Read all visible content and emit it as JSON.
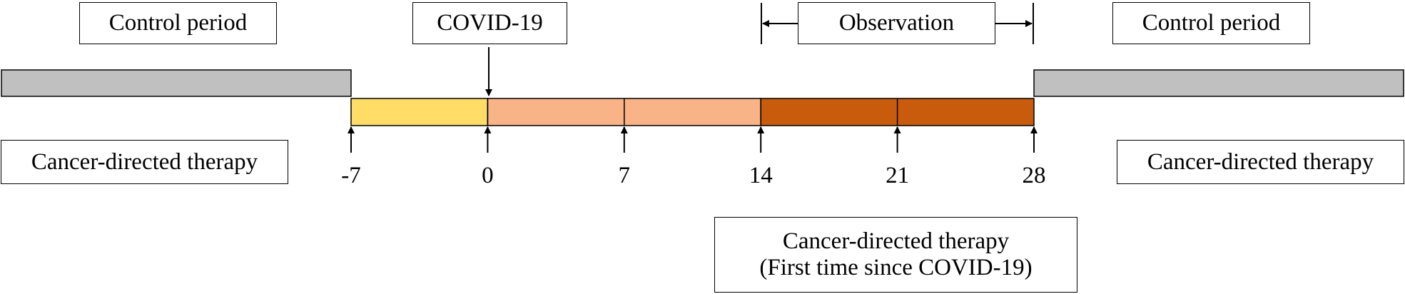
{
  "labels": {
    "control_period_left": "Control period",
    "covid": "COVID-19",
    "observation": "Observation",
    "control_period_right": "Control period",
    "therapy_left": "Cancer-directed therapy",
    "therapy_right": "Cancer-directed therapy",
    "therapy_bottom_line1": "Cancer-directed therapy",
    "therapy_bottom_line2": "(First time since COVID-19)"
  },
  "timeline": {
    "ticks": [
      -7,
      0,
      7,
      14,
      21,
      28
    ],
    "tick_labels": [
      "-7",
      "0",
      "7",
      "14",
      "21",
      "28"
    ],
    "segments": [
      {
        "from": -7,
        "to": 0,
        "color": "#FFDD66"
      },
      {
        "from": 0,
        "to": 14,
        "color": "#F8B386"
      },
      {
        "from": 14,
        "to": 28,
        "color": "#C95B0C"
      }
    ],
    "control_bar_color": "#C0C0C0"
  }
}
